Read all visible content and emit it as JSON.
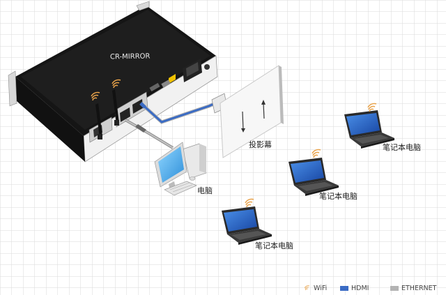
{
  "device": {
    "name": "CR-MIRROR"
  },
  "nodes": {
    "projector_label": "投影幕",
    "pc_label": "电脑",
    "laptop_label": "笔记本电脑"
  },
  "legend": [
    {
      "name": "WiFi",
      "color": "#e8a24a",
      "icon": "wifi-icon"
    },
    {
      "name": "HDMI",
      "color": "#3a6bc4",
      "icon": "hdmi-swatch"
    },
    {
      "name": "ETHERNET",
      "color": "#b3b3b3",
      "icon": "ethernet-swatch"
    }
  ],
  "colors": {
    "grid": "#d6d6d6",
    "hdmi": "#3a6bc4",
    "ethernet": "#b3b3b3",
    "wifi": "#e8a24a",
    "laptop_screen": "#1f5fc4"
  }
}
